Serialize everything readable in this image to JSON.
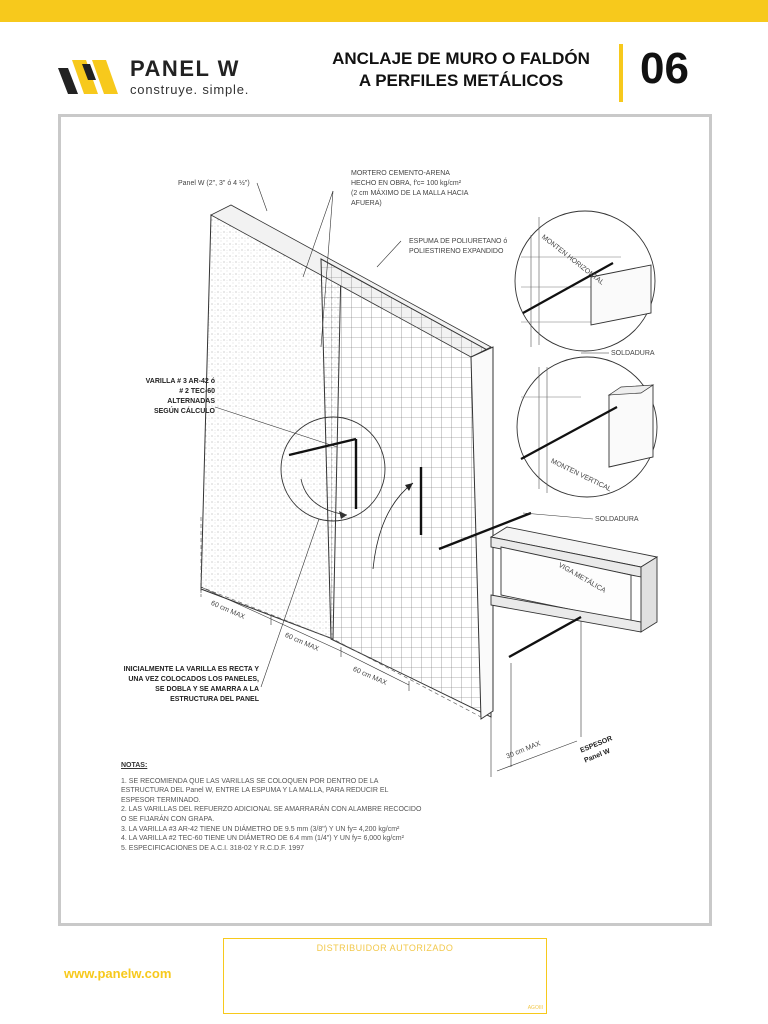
{
  "header": {
    "brand": "PANEL W",
    "tagline": "construye. simple.",
    "title_line1": "ANCLAJE DE MURO O FALDÓN",
    "title_line2": "A PERFILES METÁLICOS",
    "sheet_number": "06"
  },
  "colors": {
    "accent": "#f7c91c",
    "frame": "#c9c9c9"
  },
  "drawing": {
    "labels": {
      "panel_w": "Panel W (2\", 3\" ó 4 ½\")",
      "mortero_1": "MORTERO CEMENTO-ARENA",
      "mortero_2": "HECHO EN OBRA, f'c= 100 kg/cm²",
      "mortero_3": "(2 cm MÁXIMO DE LA MALLA HACIA",
      "mortero_4": "AFUERA)",
      "espuma_1": "ESPUMA DE POLIURETANO ó",
      "espuma_2": "POLIESTIRENO EXPANDIDO",
      "monten_h": "MONTEN HORIZONTAL",
      "soldadura_1": "SOLDADURA",
      "monten_v": "MONTEN VERTICAL",
      "soldadura_2": "SOLDADURA",
      "viga": "VIGA METÁLICA",
      "varilla_1": "VARILLA # 3 AR-42 ó",
      "varilla_2": "# 2 TEC-60",
      "varilla_3": "ALTERNADAS",
      "varilla_4": "SEGÚN CÁLCULO",
      "inicial_1": "INICIALMENTE LA VARILLA ES RECTA Y",
      "inicial_2": "UNA VEZ COLOCADOS LOS PANELES,",
      "inicial_3": "SE DOBLA Y SE AMARRA A  LA",
      "inicial_4": "ESTRUCTURA DEL PANEL",
      "dim_1": "60 cm MAX",
      "dim_2": "60 cm MAX",
      "dim_3": "60 cm MAX",
      "dim_4": "30 cm MAX",
      "espesor_1": "ESPESOR",
      "espesor_2": "Panel W"
    }
  },
  "notes": {
    "heading": "NOTAS:",
    "items": [
      "1. SE RECOMIENDA QUE LAS VARILLAS SE COLOQUEN POR DENTRO DE LA",
      "    ESTRUCTURA DEL Panel W, ENTRE LA ESPUMA Y LA MALLA, PARA REDUCIR EL",
      "    ESPESOR TERMINADO.",
      "2. LAS VARILLAS DEL REFUERZO ADICIONAL SE AMARRARÁN CON ALAMBRE RECOCIDO",
      "    O SE FIJARÁN CON GRAPA.",
      "3. LA VARILLA #3 AR-42 TIENE UN DIÁMETRO DE 9.5 mm (3/8\") Y UN fy= 4,200 kg/cm²",
      "4. LA VARILLA #2 TEC-60 TIENE UN DIÁMETRO DE 6.4 mm (1/4\") Y UN fy= 6,000 kg/cm²",
      "5. ESPECIFICACIONES DE A.C.I. 318-02 Y R.C.D.F. 1997"
    ]
  },
  "footer": {
    "distributor_label": "DISTRIBUIDOR AUTORIZADO",
    "distributor_code": "AGOIII",
    "url": "www.panelw.com"
  }
}
